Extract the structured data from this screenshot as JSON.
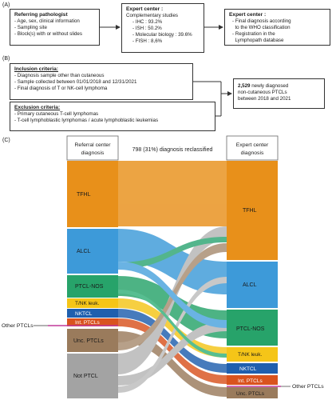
{
  "panel_a": {
    "label": "(A)",
    "referring": {
      "title": "Referring pathologist",
      "items": [
        "- Age, sex, clinical information",
        "- Sampling site",
        "- Block(s) with or without slides"
      ]
    },
    "expert1": {
      "title": "Expert center :",
      "subtitle": "Complementary studies",
      "items": [
        "- IHC : 93.2%",
        "- ISH : 50.2%",
        "- Molecular biology : 39.6%",
        "- FISH : 8,6%"
      ]
    },
    "expert2": {
      "title": "Expert center :",
      "items": [
        "- Final diagnosis according",
        "  to the WHO classification",
        "- Registration in the",
        "  Lymphopath database"
      ]
    }
  },
  "panel_b": {
    "label": "(B)",
    "inclusion": {
      "title": "Inclusion criteria:",
      "items": [
        "- Diagnosis sample other than cutaneous",
        "- Sample collected between 01/01/2018 and 12/31/2021",
        "- Final diagnosis of T or NK-cell lymphoma"
      ]
    },
    "exclusion": {
      "title": "Exclusion criteria:",
      "items": [
        "- Primary cutaneous T-cell lymphomas",
        "- T-cell lymphoblastic lymphomas / acute lymphoblastic leukemias"
      ]
    },
    "result": {
      "count": "2,529",
      "text_1": " newly diagnosed",
      "text_2": "non-cutaneous PTCLs",
      "text_3": "between 2018 and 2021"
    }
  },
  "panel_c": {
    "label": "(C)",
    "left_header": [
      "Referral center",
      "diagnosis"
    ],
    "middle_header": "798 (31%) diagnosis reclassified",
    "right_header": [
      "Expert center",
      "diagnosis"
    ],
    "left_callout": "Other PTCLs",
    "right_callout": "Other PTCLs",
    "left_nodes": [
      "TFHL",
      "ALCL",
      "PTCL-NOS",
      "T/NK leuk.",
      "NKTCL",
      "Int. PTCLs",
      "Unc. PTCLs",
      "Not PTCL"
    ],
    "right_nodes": [
      "TFHL",
      "ALCL",
      "PTCL-NOS",
      "T/NK leuk.",
      "NKTCL",
      "Int. PTCLs",
      "Unc. PTCLs"
    ],
    "colors": {
      "TFHL": "#e8901a",
      "ALCL": "#3d9ad9",
      "PTCL-NOS": "#27a36a",
      "T/NK leuk.": "#f5c518",
      "NKTCL": "#1f5fae",
      "Int. PTCLs": "#d9531e",
      "Unc. PTCLs": "#9a7b5c",
      "Not PTCL": "#a3a3a3",
      "Other": "#c0399a"
    }
  }
}
